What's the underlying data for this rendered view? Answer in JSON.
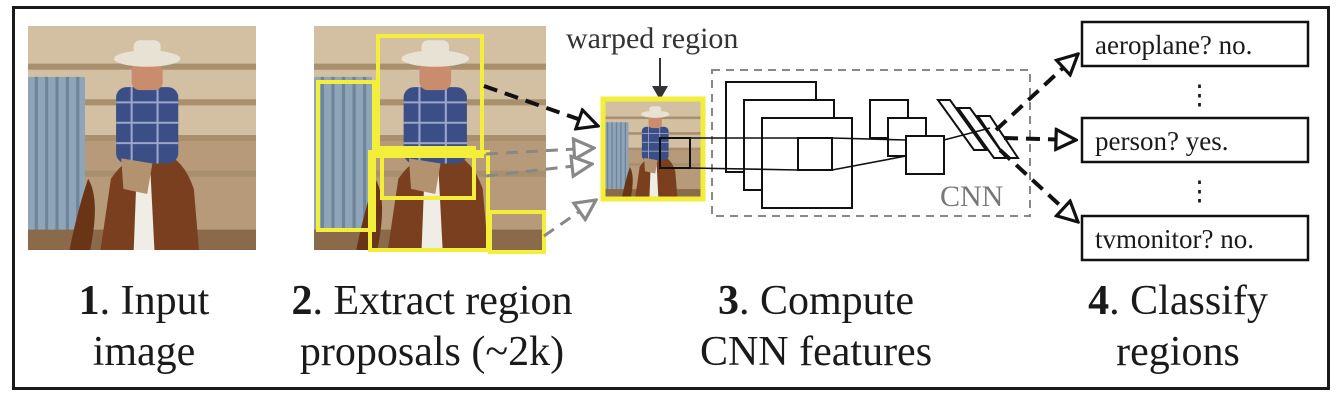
{
  "steps": [
    {
      "num": "1",
      "line1": ". Input",
      "line2": "image"
    },
    {
      "num": "2",
      "line1": ". Extract region",
      "line2": "proposals (~2k)"
    },
    {
      "num": "3",
      "line1": ". Compute",
      "line2": "CNN features"
    },
    {
      "num": "4",
      "line1": ". Classify",
      "line2": "regions"
    }
  ],
  "warped_label": "warped region",
  "cnn_label": "CNN",
  "classes": [
    "aeroplane? no.",
    "person? yes.",
    "tvmonitor? no."
  ],
  "colors": {
    "proposal": "#f2ee3a",
    "border": "#1a1a1a",
    "dashed_box": "#888888"
  }
}
